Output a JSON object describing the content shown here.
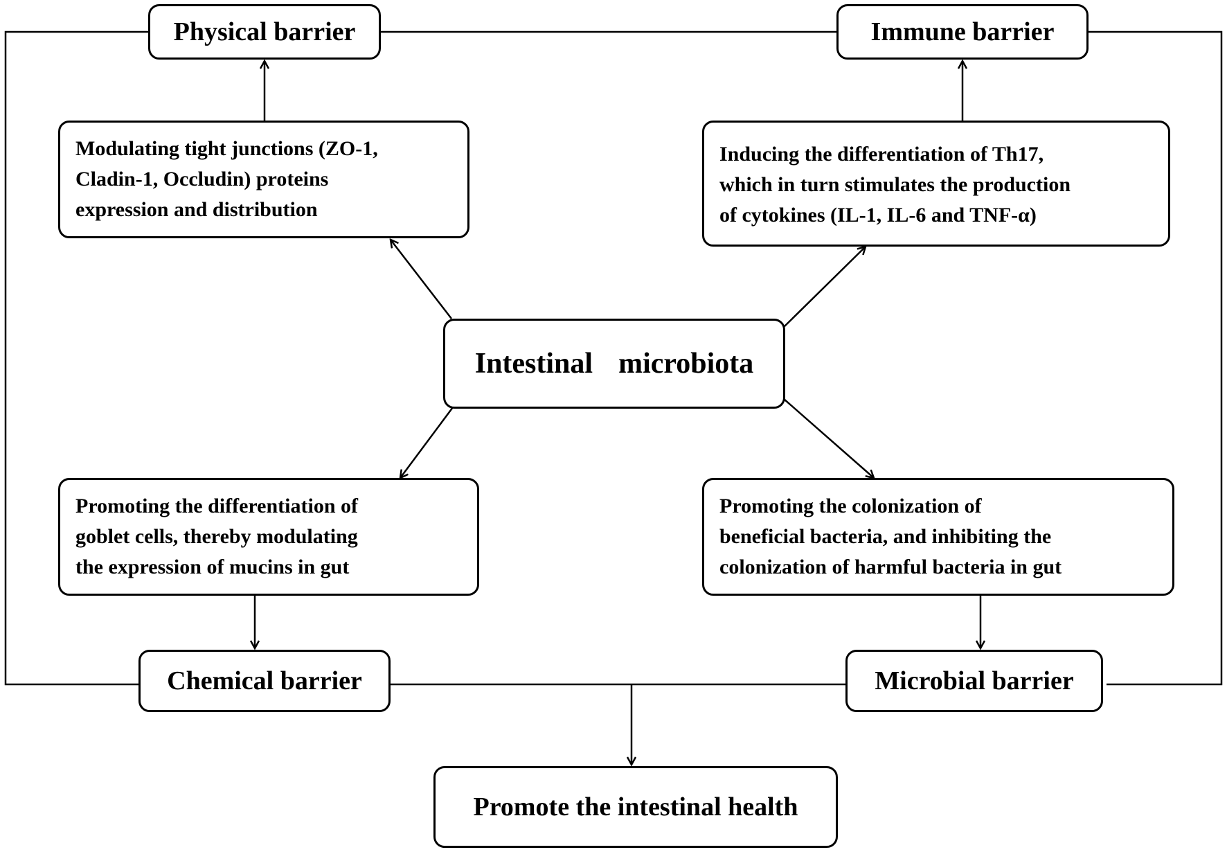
{
  "center": {
    "label": "Intestinal  microbiota"
  },
  "barriers": {
    "physical": "Physical barrier",
    "immune": "Immune barrier",
    "chemical": "Chemical barrier",
    "microbial": "Microbial barrier"
  },
  "mechanisms": {
    "tight_junctions": [
      "Modulating tight junctions (ZO-1,",
      "Cladin-1, Occludin) proteins",
      "expression and distribution"
    ],
    "th17": [
      "Inducing the differentiation of Th17,",
      "which in turn stimulates the production",
      "of cytokines (IL-1, IL-6 and TNF-α)"
    ],
    "goblet": [
      " Promoting the differentiation of",
      "goblet cells, thereby  modulating",
      "the expression of mucins in gut"
    ],
    "colonization": [
      "Promoting the colonization  of",
      "beneficial bacteria, and inhibiting the",
      "colonization  of harmful bacteria in gut"
    ]
  },
  "outcome": {
    "label": "Promote the intestinal health"
  },
  "colors": {
    "stroke": "#000000",
    "background": "#ffffff"
  }
}
